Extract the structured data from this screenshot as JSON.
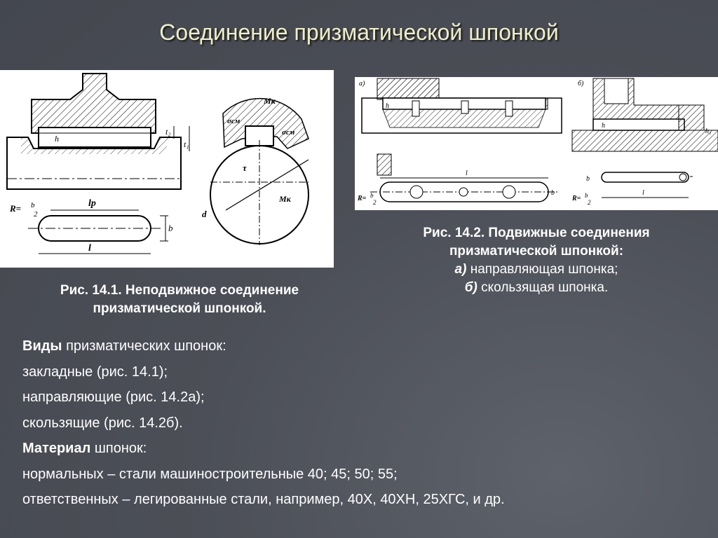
{
  "slide": {
    "title": "Соединение призматической шпонкой"
  },
  "figure_left": {
    "labels": {
      "h": "h",
      "t2": "t₂",
      "t1": "t₁",
      "R": "R=",
      "R_frac_num": "b",
      "R_frac_den": "2",
      "lp": "lp",
      "b": "b",
      "l": "l",
      "Mk_top": "Mк",
      "sigma_left": "σсм",
      "sigma_right": "σсм",
      "tau": "τ",
      "Mk_bottom": "Mк",
      "d": "d"
    },
    "caption_line1": "Рис. 14.1. Неподвижное соединение",
    "caption_line2": "призматической шпонкой."
  },
  "figure_right": {
    "labels": {
      "a": "а)",
      "b_panel": "б)",
      "h": "h",
      "h1": "h₁",
      "l": "l",
      "b": "b",
      "R": "R=",
      "R_frac_num": "b",
      "R_frac_den": "2"
    },
    "caption_line1": "Рис. 14.2. Подвижные соединения",
    "caption_line2": "призматической шпонкой:",
    "caption_a_prefix": "а)",
    "caption_a_text": " направляющая шпонка;",
    "caption_b_prefix": "б)",
    "caption_b_text": " скользящая шпонка."
  },
  "content": {
    "types_heading": "Виды",
    "types_rest": " призматических шпонок:",
    "type1": "закладные (рис. 14.1);",
    "type2": "направляющие (рис. 14.2а);",
    "type3": "скользящие (рис. 14.2б).",
    "material_heading": "Материал",
    "material_rest": " шпонок:",
    "material1": "нормальных – стали машиностроительные 40; 45; 50; 55;",
    "material2": "ответственных – легированные стали, например, 40Х, 40ХН, 25ХГС, и др."
  },
  "colors": {
    "background": "#4c4f57",
    "title": "#eeeec8",
    "text": "#ffffff"
  }
}
